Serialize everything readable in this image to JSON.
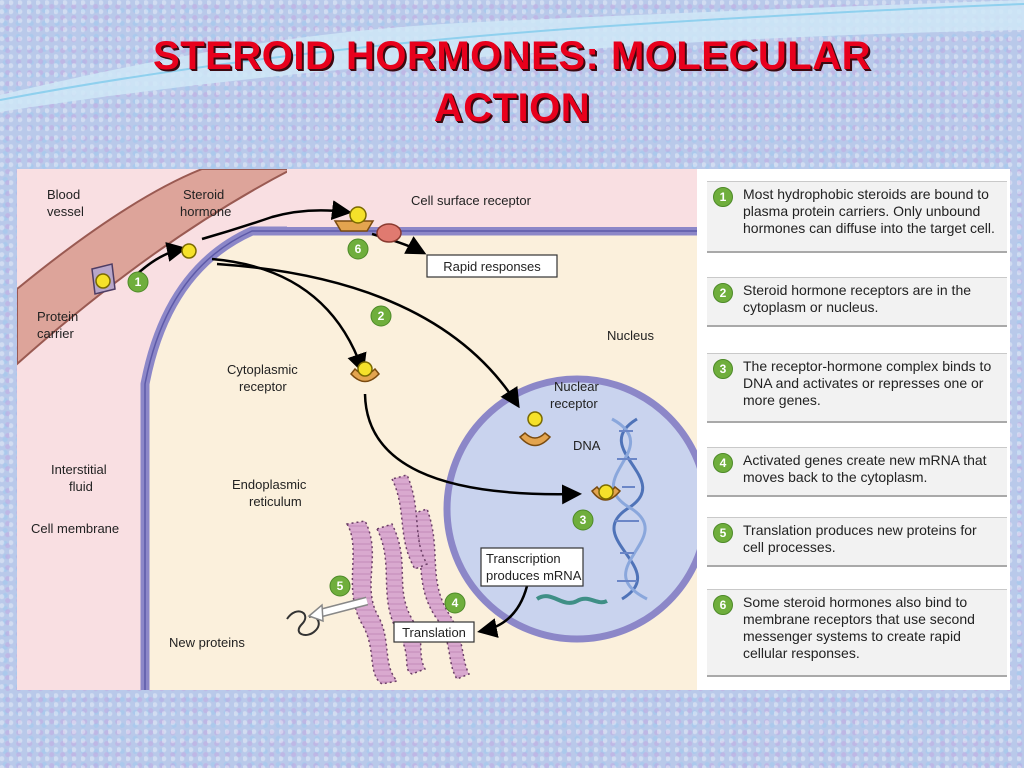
{
  "title": {
    "line1": "STEROID HORMONES: MOLECULAR",
    "line2": "ACTION"
  },
  "diagram": {
    "labels": {
      "blood_vessel_1": "Blood",
      "blood_vessel_2": "vessel",
      "steroid_hormone_1": "Steroid",
      "steroid_hormone_2": "hormone",
      "cell_surface_receptor": "Cell surface receptor",
      "rapid_responses": "Rapid responses",
      "protein_carrier_1": "Protein",
      "protein_carrier_2": "carrier",
      "nucleus": "Nucleus",
      "cytoplasmic_receptor_1": "Cytoplasmic",
      "cytoplasmic_receptor_2": "receptor",
      "nuclear_receptor_1": "Nuclear",
      "nuclear_receptor_2": "receptor",
      "dna": "DNA",
      "interstitial_fluid_1": "Interstitial",
      "interstitial_fluid_2": "fluid",
      "endoplasmic_reticulum_1": "Endoplasmic",
      "endoplasmic_reticulum_2": "reticulum",
      "cell_membrane": "Cell membrane",
      "transcription_1": "Transcription",
      "transcription_2": "produces mRNA",
      "new_proteins": "New proteins",
      "translation": "Translation"
    },
    "markers": [
      "1",
      "2",
      "3",
      "4",
      "5",
      "6"
    ]
  },
  "steps": [
    {
      "num": "1",
      "text": "Most hydrophobic steroids are bound to plasma protein carriers. Only unbound hormones can diffuse into the target cell."
    },
    {
      "num": "2",
      "text": "Steroid hormone receptors are in the cytoplasm or nucleus."
    },
    {
      "num": "3",
      "text": "The receptor-hormone complex binds to DNA and activates or represses one or more genes."
    },
    {
      "num": "4",
      "text": "Activated genes create new mRNA that moves back to the cytoplasm."
    },
    {
      "num": "5",
      "text": "Translation produces new proteins for cell processes."
    },
    {
      "num": "6",
      "text": "Some steroid hormones also bind to membrane receptors that use second messenger systems to create rapid cellular responses."
    }
  ],
  "colors": {
    "title": "#e8001c",
    "marker": "#6fae3c",
    "hormone": "#f5e12a",
    "receptor": "#e3a44f",
    "cytoplasm": "#fbf0dc",
    "nucleus": "#c9d3ee",
    "blood_vessel": "#dda49a",
    "interstitial": "#f9dfe2"
  }
}
